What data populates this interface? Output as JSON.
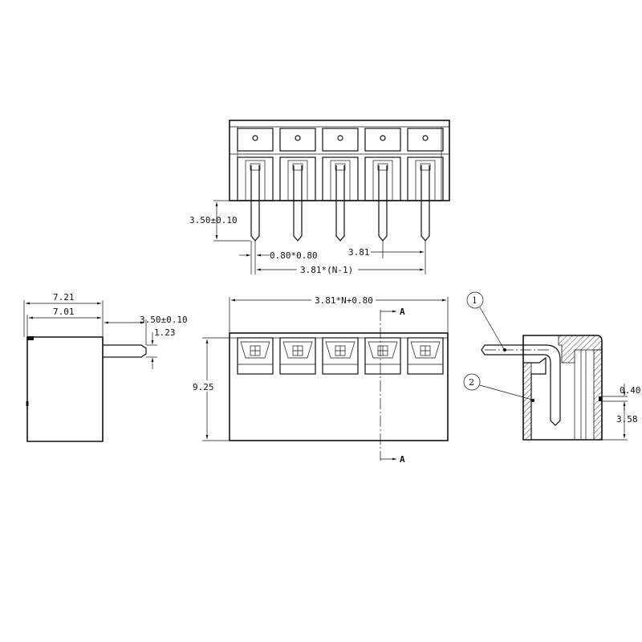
{
  "top_view": {
    "pin_length": "3.50±0.10",
    "pin_offset": "0.80*0.80",
    "pitch": "3.81",
    "pitch_total": "3.81*(N-1)"
  },
  "left_view": {
    "overall_depth": "7.21",
    "body_depth": "7.01",
    "pin_length": "3.50±0.10",
    "pin_height": "1.23"
  },
  "front_view": {
    "overall_width": "3.81*N+0.80",
    "height": "9.25",
    "section_label_top": "A",
    "section_label_bottom": "A"
  },
  "section_view": {
    "callout_1": "1",
    "callout_2": "2",
    "offset": "0.40",
    "pin_height": "3.58"
  }
}
